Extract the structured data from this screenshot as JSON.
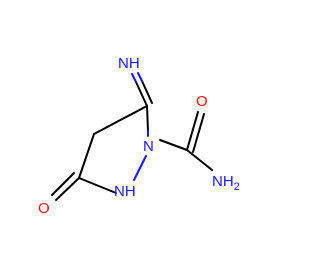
{
  "molecule": {
    "atoms": {
      "imine_nh": "NH",
      "n1": "N",
      "nh_ring": "NH",
      "carbonyl_o_ring": "O",
      "carbonyl_o_amide": "O",
      "amide_nh2": "NH",
      "amide_nh2_subscript": "2"
    },
    "colors": {
      "nitrogen": "#1818ff",
      "oxygen": "#ff0d0d",
      "bond": "#000000",
      "background": "#ffffff"
    }
  }
}
